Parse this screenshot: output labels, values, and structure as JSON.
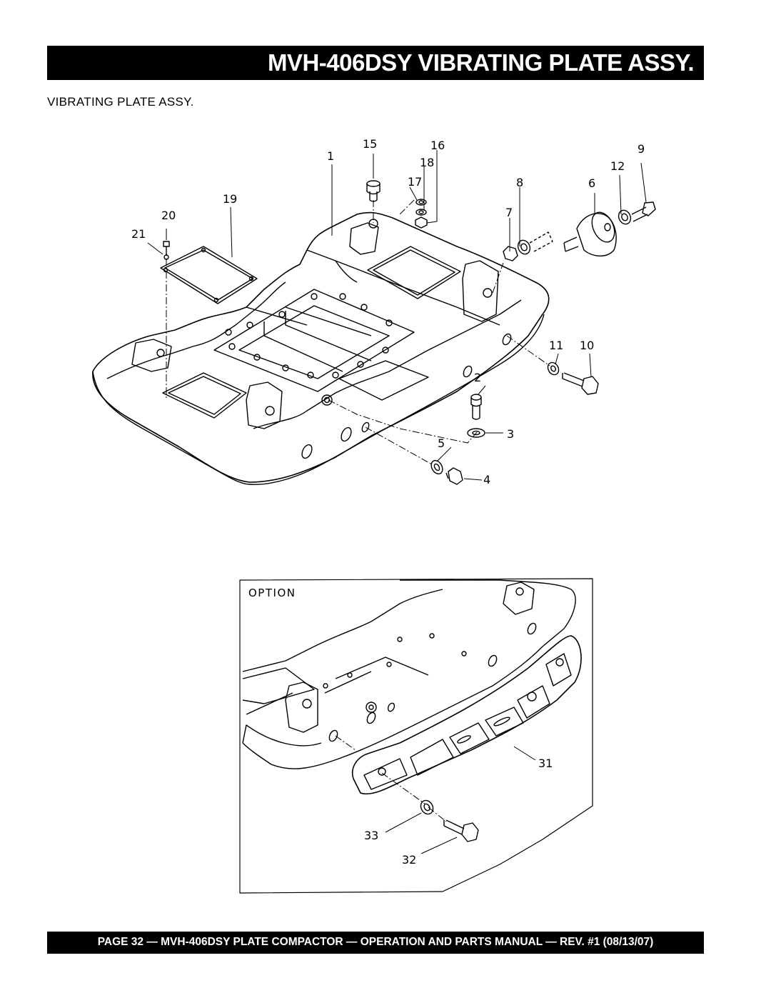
{
  "header": {
    "title": "MVH-406DSY VIBRATING PLATE ASSY."
  },
  "section": {
    "heading": "VIBRATING PLATE ASSY."
  },
  "diagram_main": {
    "callouts": [
      "1",
      "2",
      "3",
      "4",
      "5",
      "6",
      "7",
      "8",
      "9",
      "10",
      "11",
      "12",
      "15",
      "16",
      "17",
      "18",
      "19",
      "20",
      "21"
    ]
  },
  "diagram_option": {
    "label": "OPTION",
    "callouts": [
      "31",
      "32",
      "33"
    ]
  },
  "footer": {
    "text": "PAGE 32 — MVH-406DSY PLATE COMPACTOR — OPERATION AND PARTS MANUAL — REV. #1 (08/13/07)"
  }
}
